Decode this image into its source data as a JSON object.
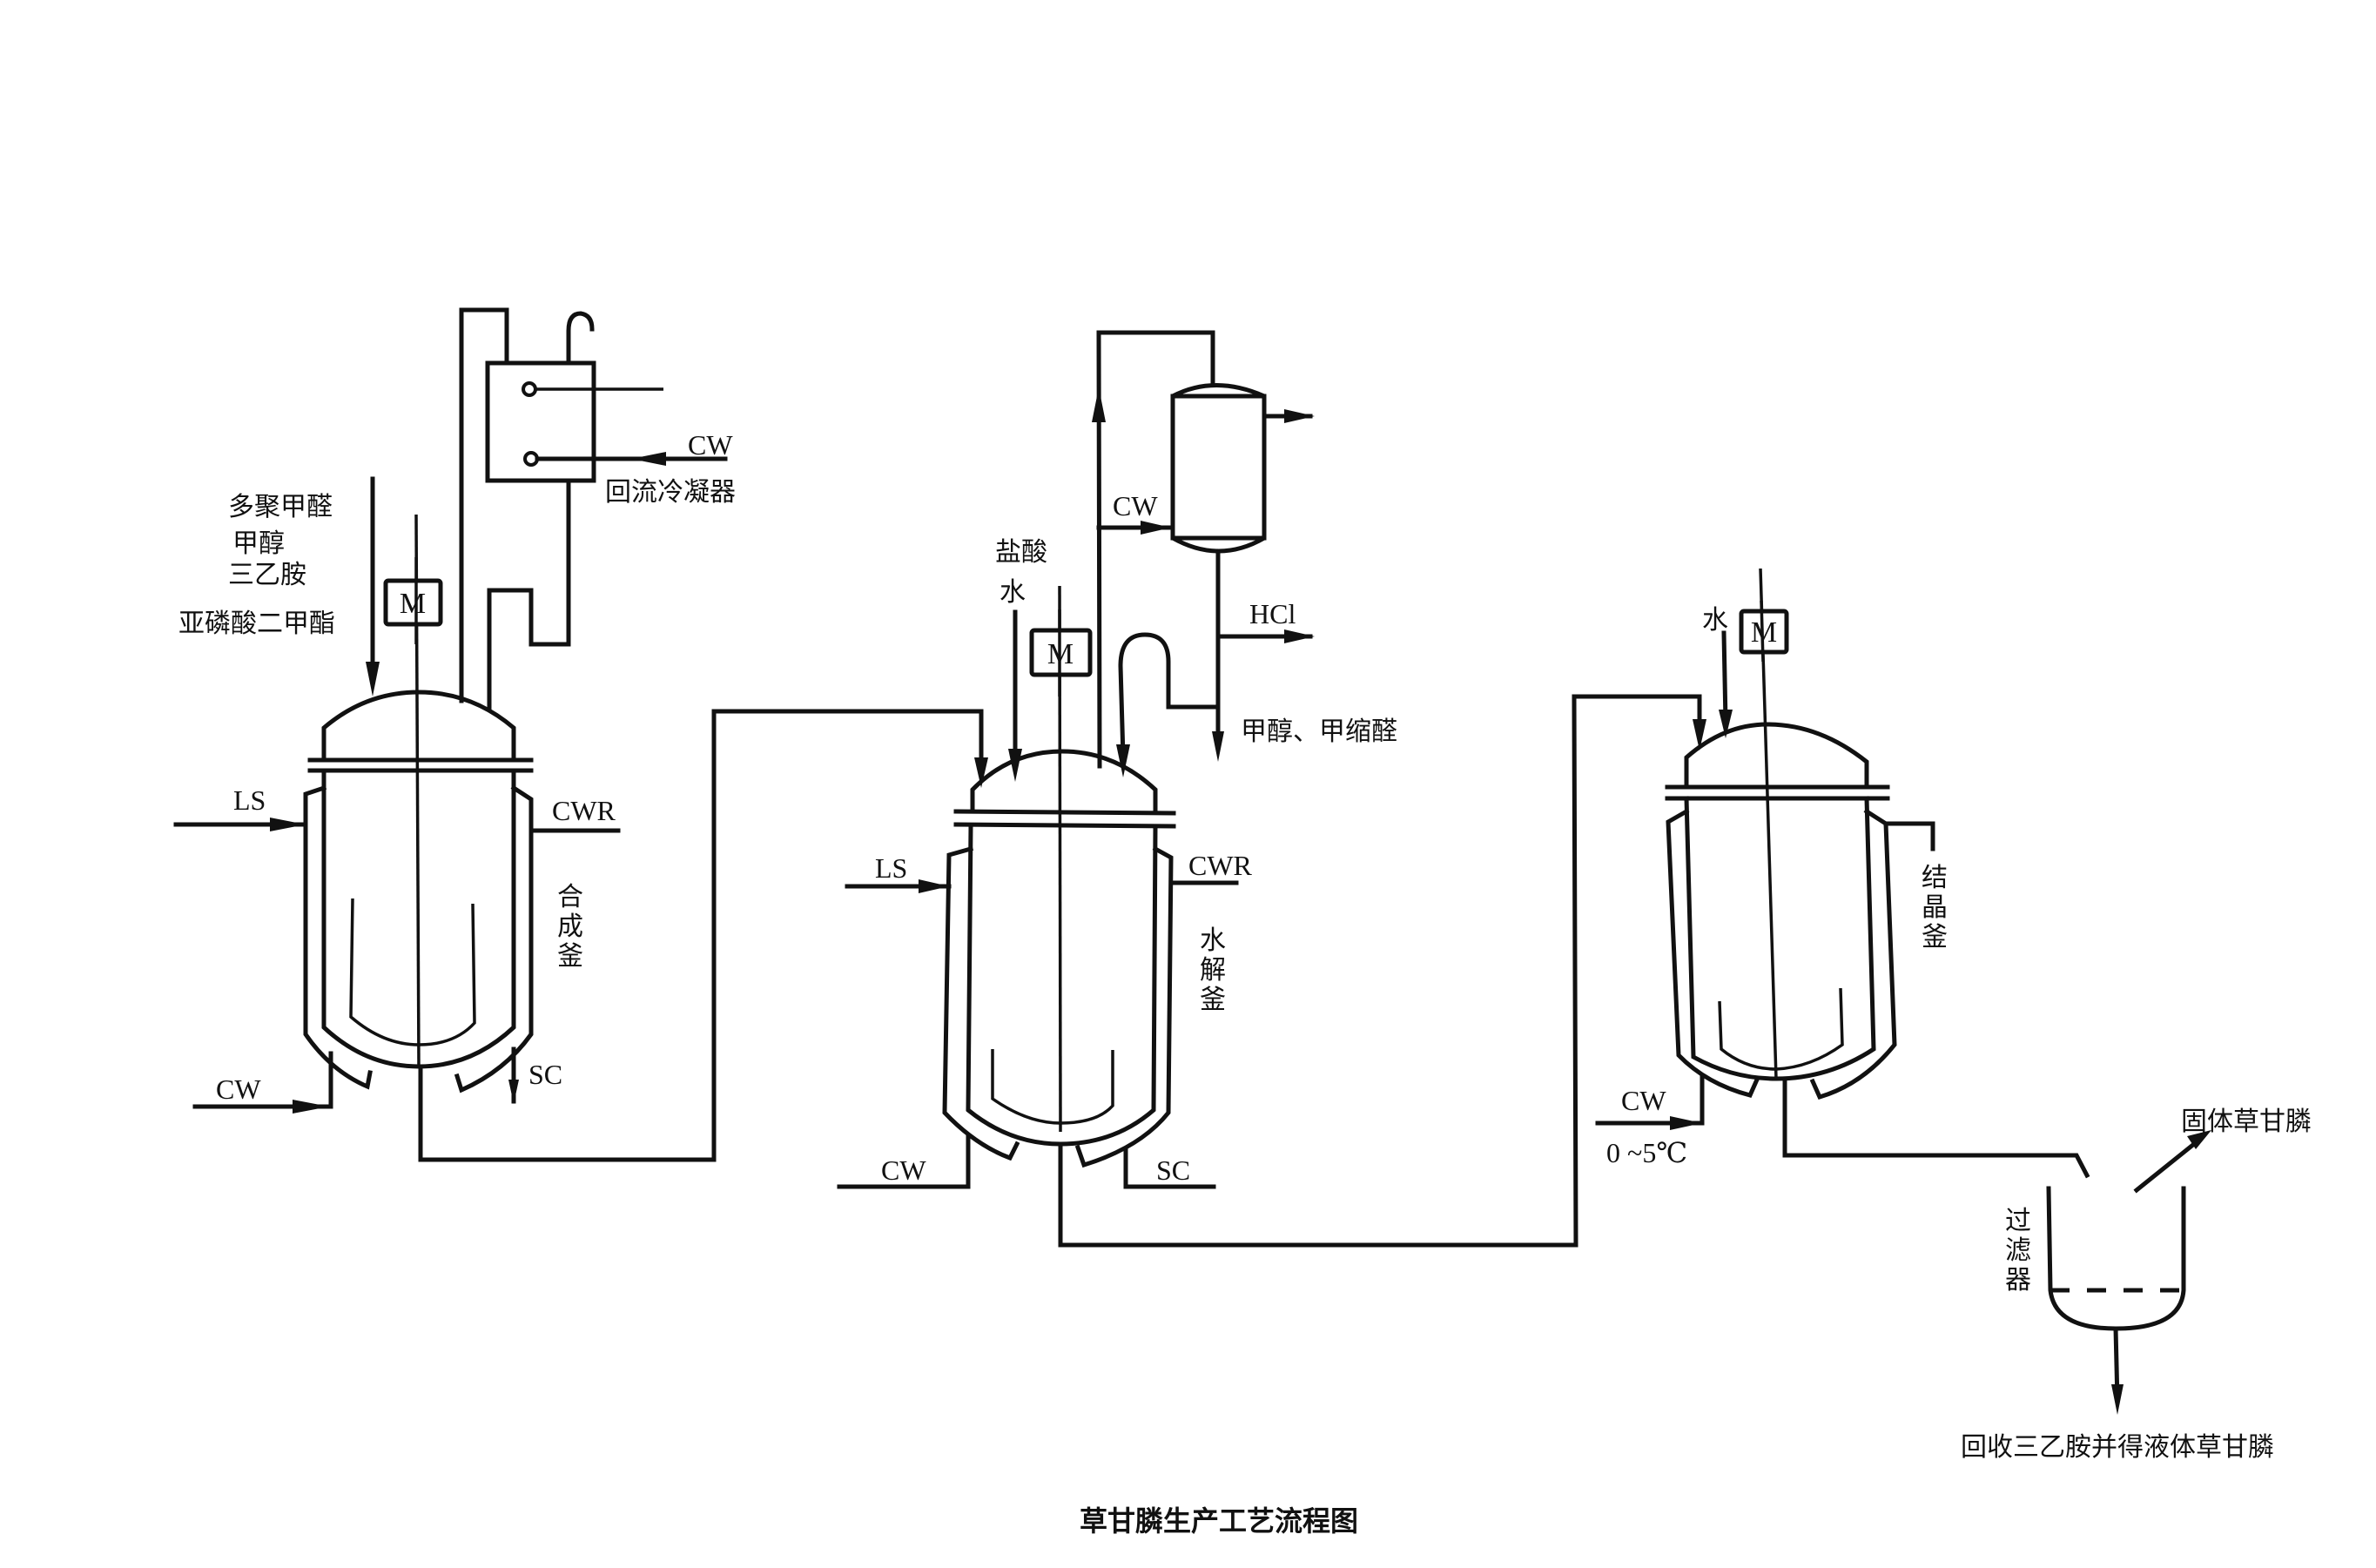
{
  "title": "草甘膦生产工艺流程图",
  "stream_codes": {
    "LS": "LS",
    "CW": "CW",
    "CWR": "CWR",
    "SC": "SC",
    "HCl": "HCl",
    "motor": "M"
  },
  "synthesis_reactor": {
    "name_chars": [
      "合",
      "成",
      "釜"
    ],
    "feeds": [
      "多聚甲醛",
      "甲醇",
      "三乙胺",
      "亚磷酸二甲酯"
    ],
    "condenser_label": "回流冷凝器",
    "condenser_cw": "CW",
    "ls": "LS",
    "cwr": "CWR",
    "cw": "CW",
    "sc": "SC",
    "motor": "M"
  },
  "hydrolysis_reactor": {
    "name_chars": [
      "水",
      "解",
      "釜"
    ],
    "feeds": [
      "盐酸",
      "水"
    ],
    "separator_cw": "CW",
    "hcl_out": "HCl",
    "distillate_out": "甲醇、甲缩醛",
    "ls": "LS",
    "cwr": "CWR",
    "cw": "CW",
    "sc": "SC",
    "motor": "M"
  },
  "crystallizer": {
    "name_chars": [
      "结",
      "晶",
      "釜"
    ],
    "feed": "水",
    "cw": "CW",
    "cw_temp": "0 ~5℃",
    "motor": "M"
  },
  "filter": {
    "name_chars": [
      "过",
      "滤",
      "器"
    ],
    "solid_out": "固体草甘膦",
    "liquid_out": "回收三乙胺并得液体草甘膦"
  }
}
